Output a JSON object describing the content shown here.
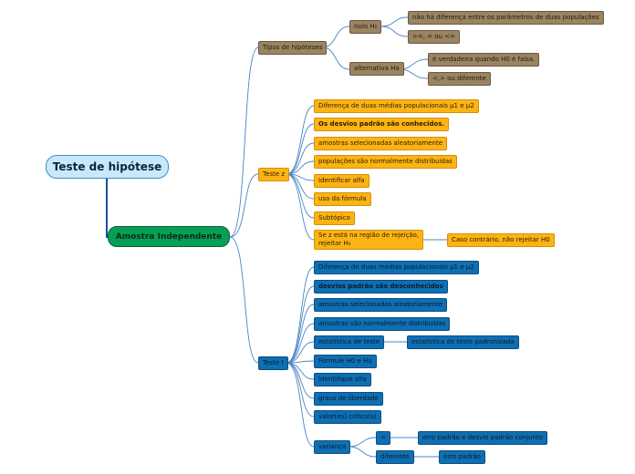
{
  "root": "Teste de hipótese",
  "main": "Amostra Independente",
  "tipos": {
    "label": "Tipos de hipóteses",
    "nulo": {
      "label": "nulo H₀",
      "children": [
        "não há diferença entre os parâmetros de duas populações",
        ">=, = ou <="
      ]
    },
    "alternativa": {
      "label": "alternativa Ha",
      "children": [
        "é verdadeira  quando H0 é falsa.",
        "<,> ou diferente"
      ]
    }
  },
  "testez": {
    "label": "Teste z",
    "items": [
      "Diferença de duas médias populacionais μ1 e μ2",
      "Os desvios padrão são conhecidos.",
      "amostras selecionadas aleatoriamente",
      "populações são normalmente distribuídas",
      "Identificar alfa",
      "uso da fórmula",
      "Subtópico",
      "Se z está na região de rejeição,\nrejeitar H₀"
    ],
    "rejeicao_child": "Caso contrário, não rejeitar H0"
  },
  "testet": {
    "label": "Teste t",
    "items": [
      "Diferença de duas médias populacionais μ1 e μ2",
      "desvios padrão são desconhecidos",
      "amostras selecionadas aleatoriamente",
      "amostras são normalmente distribuídas",
      "estatística de teste",
      "Formule H0 e Ha",
      "Identifique alfa",
      "graus de liberdade",
      "valor(es) crítico(s)",
      "variança"
    ],
    "estatistica_child": "estatística de teste padronizada",
    "variancia": {
      "equal": {
        "label": "=",
        "child": "erro padrão e desvio padrão conjunto"
      },
      "different": {
        "label": "diferente",
        "child": "erro padrão"
      }
    }
  }
}
